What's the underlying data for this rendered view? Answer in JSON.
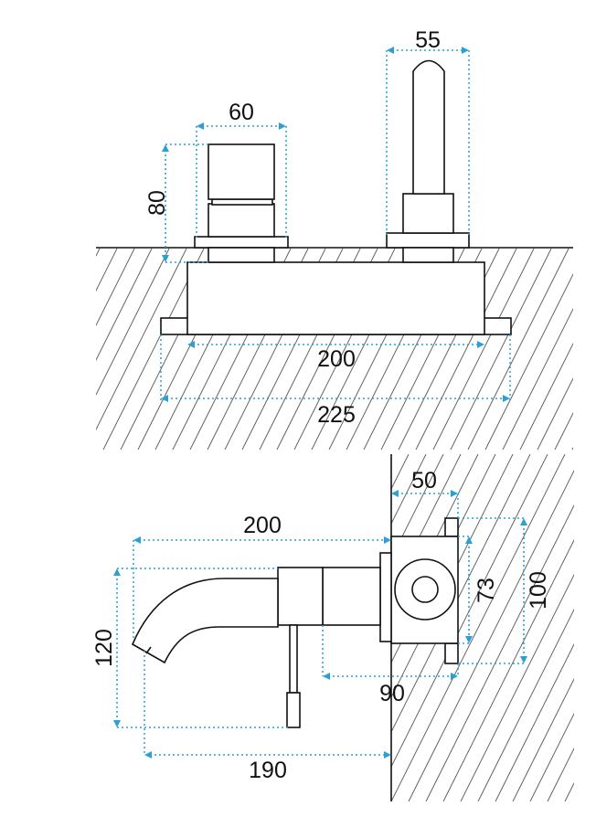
{
  "colors": {
    "dimension": "#2a9fd8",
    "outline": "#111111",
    "hatch": "#555555",
    "background": "#ffffff"
  },
  "top_view": {
    "mixer_width": "60",
    "mixer_height": "80",
    "spout_width": "55",
    "body_width": "200",
    "plate_width": "225"
  },
  "side_view": {
    "spout_reach": "200",
    "height": "120",
    "lever_offset": "190",
    "wall_depth": "50",
    "flange_inner": "73",
    "flange_outer": "100",
    "body_depth": "90"
  }
}
